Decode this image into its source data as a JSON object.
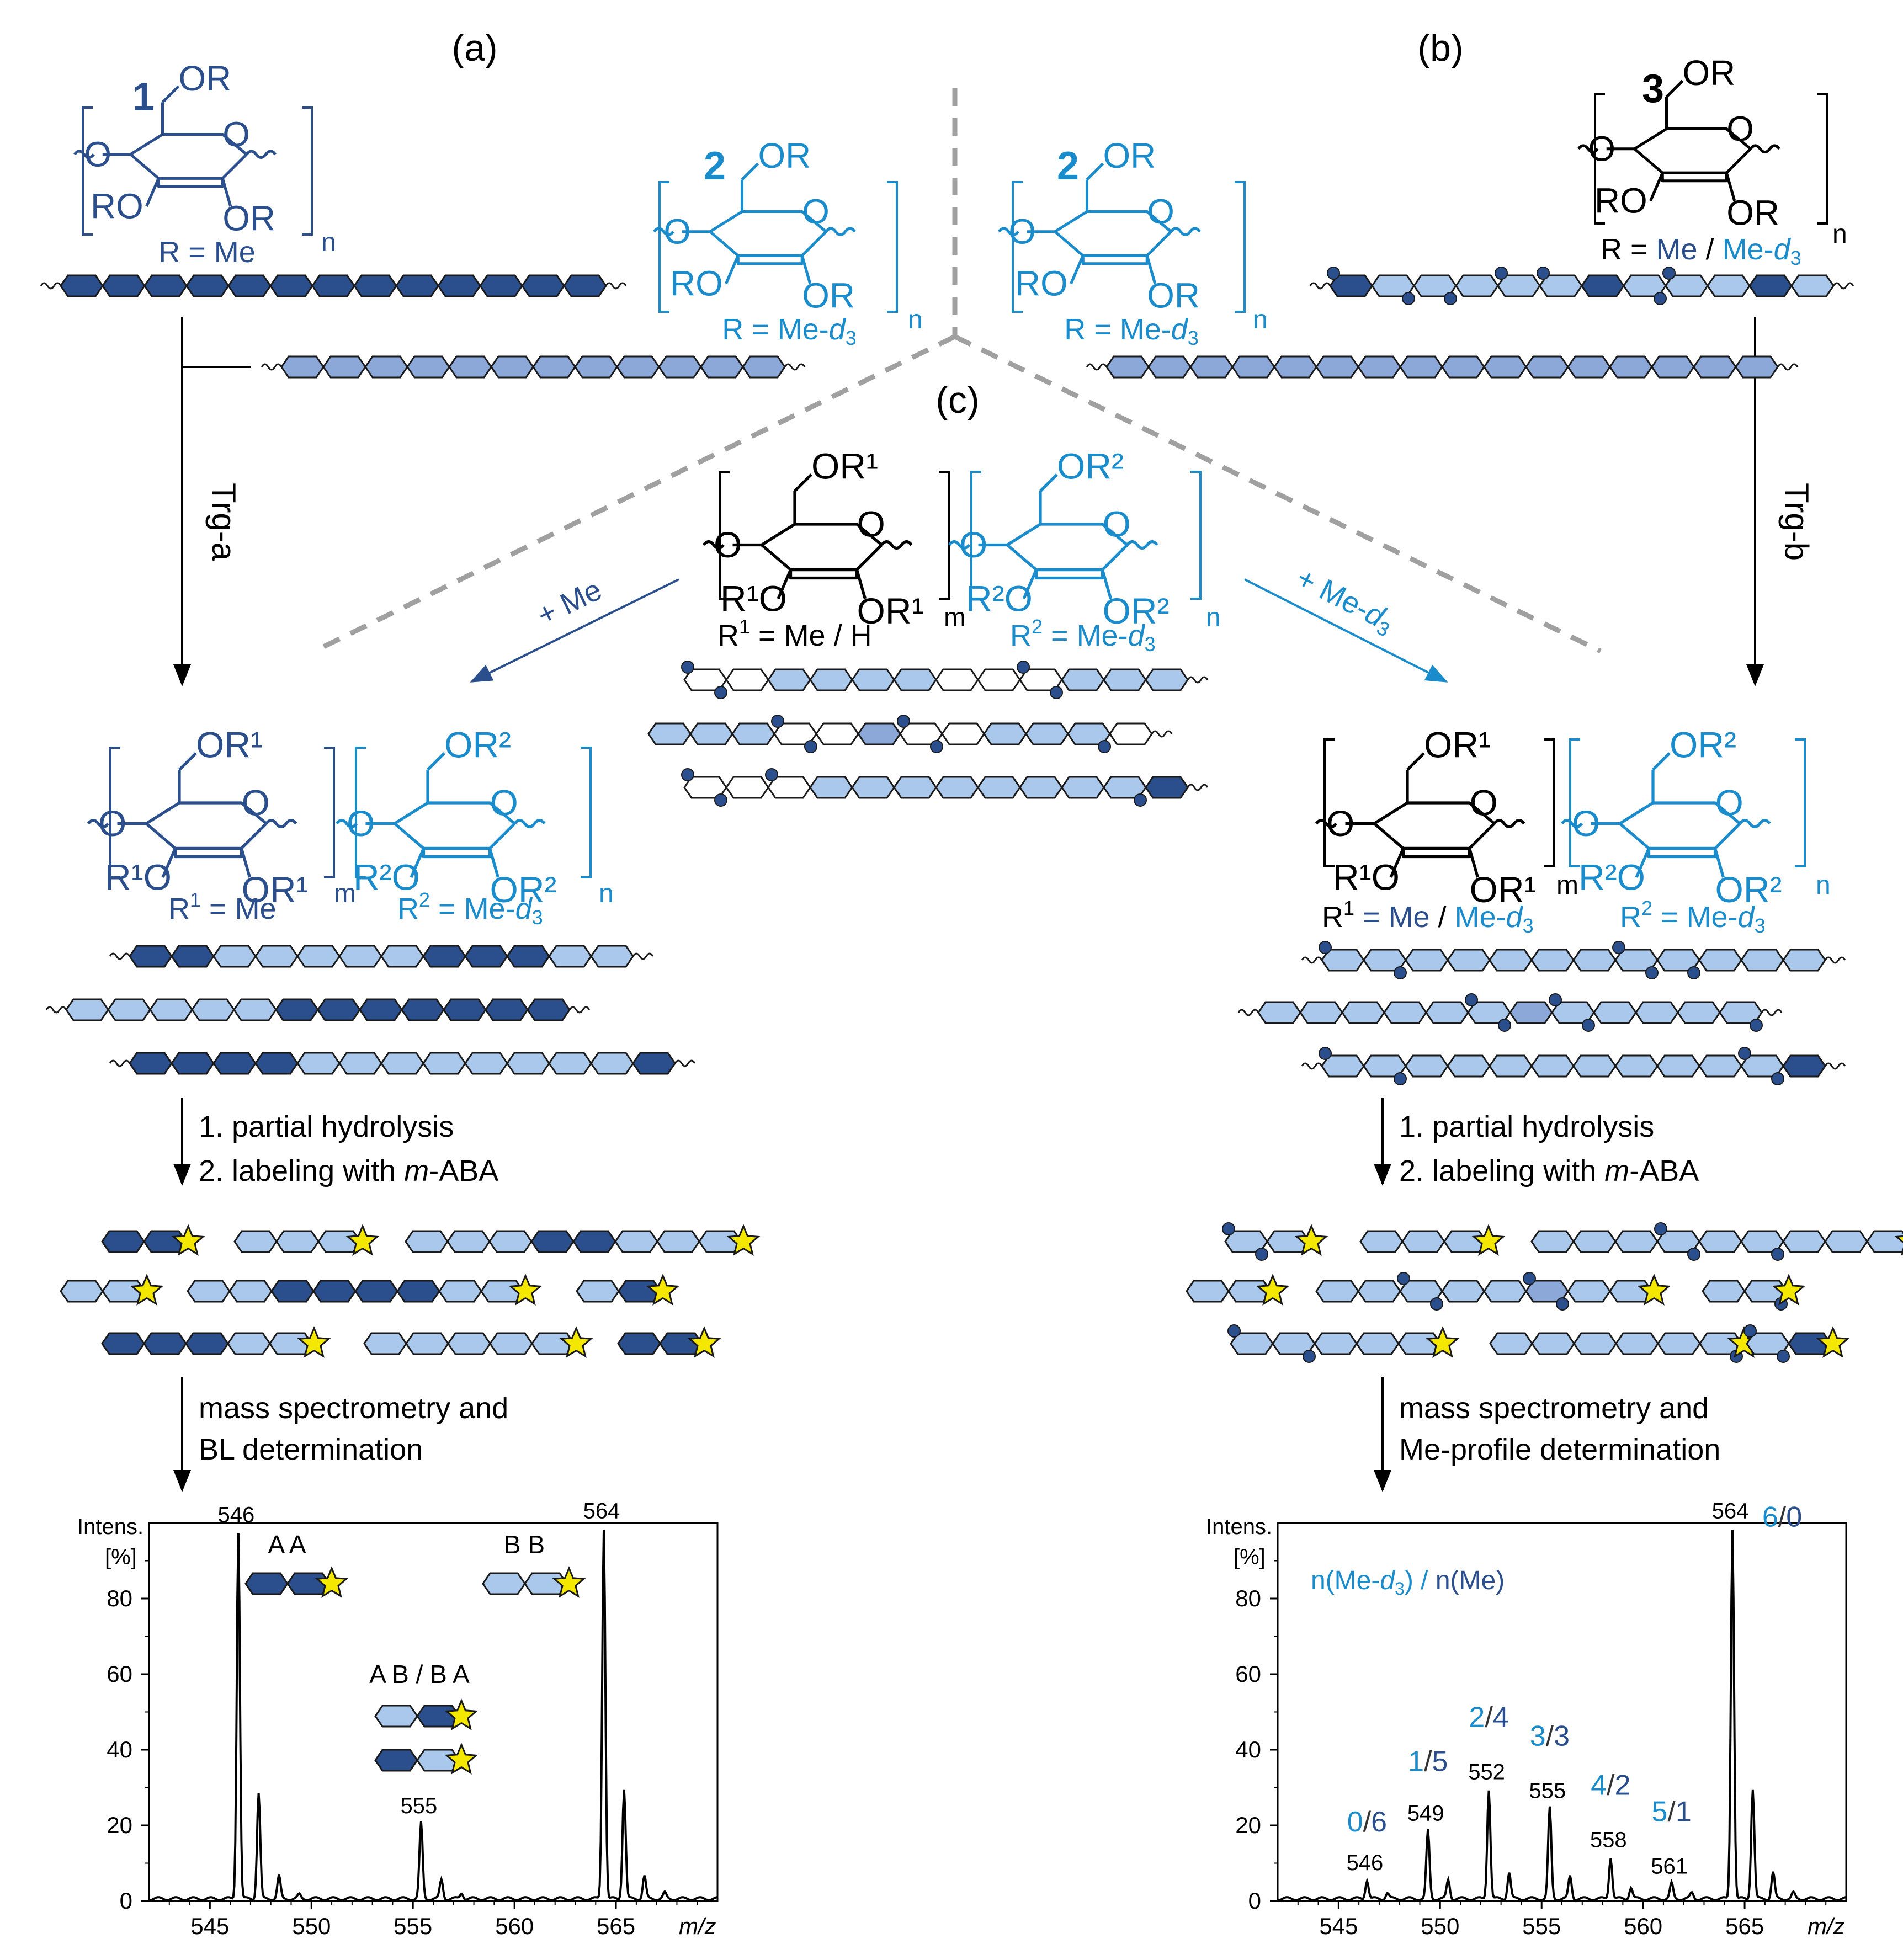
{
  "panels": {
    "a_label": "(a)",
    "b_label": "(b)",
    "c_label": "(c)"
  },
  "compounds": {
    "c1_number": "1",
    "c1_r": "R = Me",
    "c2_number": "2",
    "c2_r_prefix": "R = Me-",
    "c2_r_italic": "d",
    "c2_r_sub": "3",
    "c3_number": "3",
    "c3_r_prefix": "R = ",
    "c3_r_me": "Me",
    "c3_r_sep": " / ",
    "c3_r_med": "Me-",
    "c3_r_italic": "d",
    "c3_r_sub": "3",
    "subscript_n": "n",
    "subscript_m": "m"
  },
  "ring_labels": {
    "or": "OR",
    "ro": "RO",
    "or1": "OR",
    "r1o": "R",
    "or2": "OR",
    "r2o": "R",
    "sup1": "1",
    "sup2": "2",
    "o": "O"
  },
  "center": {
    "r1_text": "R",
    "r1_rest": " = Me / H",
    "r2_text": "R",
    "r2_rest": " = Me-",
    "r2_italic": "d",
    "r2_sub": "3",
    "plus_me": "+ Me",
    "plus_med": "+ Me-",
    "plus_med_italic": "d",
    "plus_med_sub": "3"
  },
  "left_flow": {
    "trg_label": "Trg-a",
    "r1_label": "R",
    "r1_rest": " = Me",
    "r2_label": "R",
    "r2_rest": " = Me-",
    "r2_italic": "d",
    "r2_sub": "3",
    "step1": "1. partial hydrolysis",
    "step2_prefix": "2. labeling with ",
    "step2_italic": "m",
    "step2_suffix": "-ABA",
    "ms_line1": "mass spectrometry and",
    "ms_line2": "BL determination"
  },
  "right_flow": {
    "trg_label": "Trg-b",
    "r1_label": "R",
    "r1_me": " = Me",
    "r1_sep": " / ",
    "r1_med": "Me-",
    "r1_italic": "d",
    "r1_sub": "3",
    "r2_label": "R",
    "r2_rest": " = Me-",
    "r2_italic": "d",
    "r2_sub": "3",
    "step1": "1. partial hydrolysis",
    "step2_prefix": "2. labeling with ",
    "step2_italic": "m",
    "step2_suffix": "-ABA",
    "ms_line1": "mass spectrometry and",
    "ms_line2": "Me-profile determination"
  },
  "colors": {
    "dark_blue": "#2b4f8c",
    "mid_blue": "#8ca8d8",
    "light_blue": "#a9c8ec",
    "cyan": "#1a8ccc",
    "star": "#f5e800",
    "gray_dash": "#a0a0a0"
  },
  "chart_data": [
    {
      "type": "line",
      "ylabel": "Intens. [%]",
      "ylabel_line1": "Intens.",
      "ylabel_line2": "[%]",
      "xlabel": "m/z",
      "xlim": [
        542,
        570
      ],
      "ylim": [
        0,
        100
      ],
      "xticks": [
        545,
        550,
        555,
        560,
        565
      ],
      "yticks": [
        0,
        20,
        40,
        60,
        80
      ],
      "peaks": [
        {
          "x": 546.4,
          "y": 97
        },
        {
          "x": 547.4,
          "y": 28
        },
        {
          "x": 548.4,
          "y": 6
        },
        {
          "x": 549.4,
          "y": 1
        },
        {
          "x": 555.4,
          "y": 20
        },
        {
          "x": 556.4,
          "y": 5
        },
        {
          "x": 557.4,
          "y": 1.5
        },
        {
          "x": 564.4,
          "y": 98
        },
        {
          "x": 565.4,
          "y": 29
        },
        {
          "x": 566.4,
          "y": 6
        },
        {
          "x": 567.4,
          "y": 1.5
        }
      ],
      "peak_labels": [
        {
          "x": 546.4,
          "y": 97,
          "text": "546"
        },
        {
          "x": 555.4,
          "y": 20,
          "text": "555"
        },
        {
          "x": 564.4,
          "y": 98,
          "text": "564"
        }
      ],
      "annotations": [
        {
          "text": "A A"
        },
        {
          "text": "B B"
        },
        {
          "text": "A B / B A"
        }
      ]
    },
    {
      "type": "line",
      "ylabel": "Intens. [%]",
      "ylabel_line1": "Intens.",
      "ylabel_line2": "[%]",
      "xlabel": "m/z",
      "xlim": [
        542,
        570
      ],
      "ylim": [
        0,
        100
      ],
      "xticks": [
        545,
        550,
        555,
        560,
        565
      ],
      "yticks": [
        0,
        20,
        40,
        60,
        80
      ],
      "peaks": [
        {
          "x": 546.4,
          "y": 5
        },
        {
          "x": 547.4,
          "y": 1.5
        },
        {
          "x": 549.4,
          "y": 18
        },
        {
          "x": 550.4,
          "y": 5
        },
        {
          "x": 552.4,
          "y": 29
        },
        {
          "x": 553.4,
          "y": 7
        },
        {
          "x": 555.4,
          "y": 24
        },
        {
          "x": 556.4,
          "y": 6
        },
        {
          "x": 558.4,
          "y": 11
        },
        {
          "x": 559.4,
          "y": 3
        },
        {
          "x": 561.4,
          "y": 4
        },
        {
          "x": 562.4,
          "y": 1.5
        },
        {
          "x": 564.4,
          "y": 98
        },
        {
          "x": 565.4,
          "y": 29
        },
        {
          "x": 566.4,
          "y": 7
        },
        {
          "x": 567.4,
          "y": 1.5
        }
      ],
      "peak_labels": [
        {
          "x": 546.4,
          "y": 5,
          "text": "546"
        },
        {
          "x": 549.4,
          "y": 18,
          "text": "549"
        },
        {
          "x": 552.4,
          "y": 29,
          "text": "552"
        },
        {
          "x": 555.4,
          "y": 24,
          "text": "555"
        },
        {
          "x": 558.4,
          "y": 11,
          "text": "558"
        },
        {
          "x": 561.4,
          "y": 4,
          "text": "561"
        },
        {
          "x": 564.4,
          "y": 98,
          "text": "564"
        }
      ],
      "ratio_legend": {
        "prefix": "n(Me-",
        "italic": "d",
        "sub": "3",
        "mid": ") / ",
        "rest": "n(Me)"
      },
      "ratios": [
        {
          "x": 546.4,
          "d3": "0",
          "me": "6"
        },
        {
          "x": 549.4,
          "d3": "1",
          "me": "5"
        },
        {
          "x": 552.4,
          "d3": "2",
          "me": "4"
        },
        {
          "x": 555.4,
          "d3": "3",
          "me": "3"
        },
        {
          "x": 558.4,
          "d3": "4",
          "me": "2"
        },
        {
          "x": 561.4,
          "d3": "5",
          "me": "1"
        },
        {
          "x": 564.4,
          "d3": "6",
          "me": "0"
        }
      ]
    }
  ]
}
